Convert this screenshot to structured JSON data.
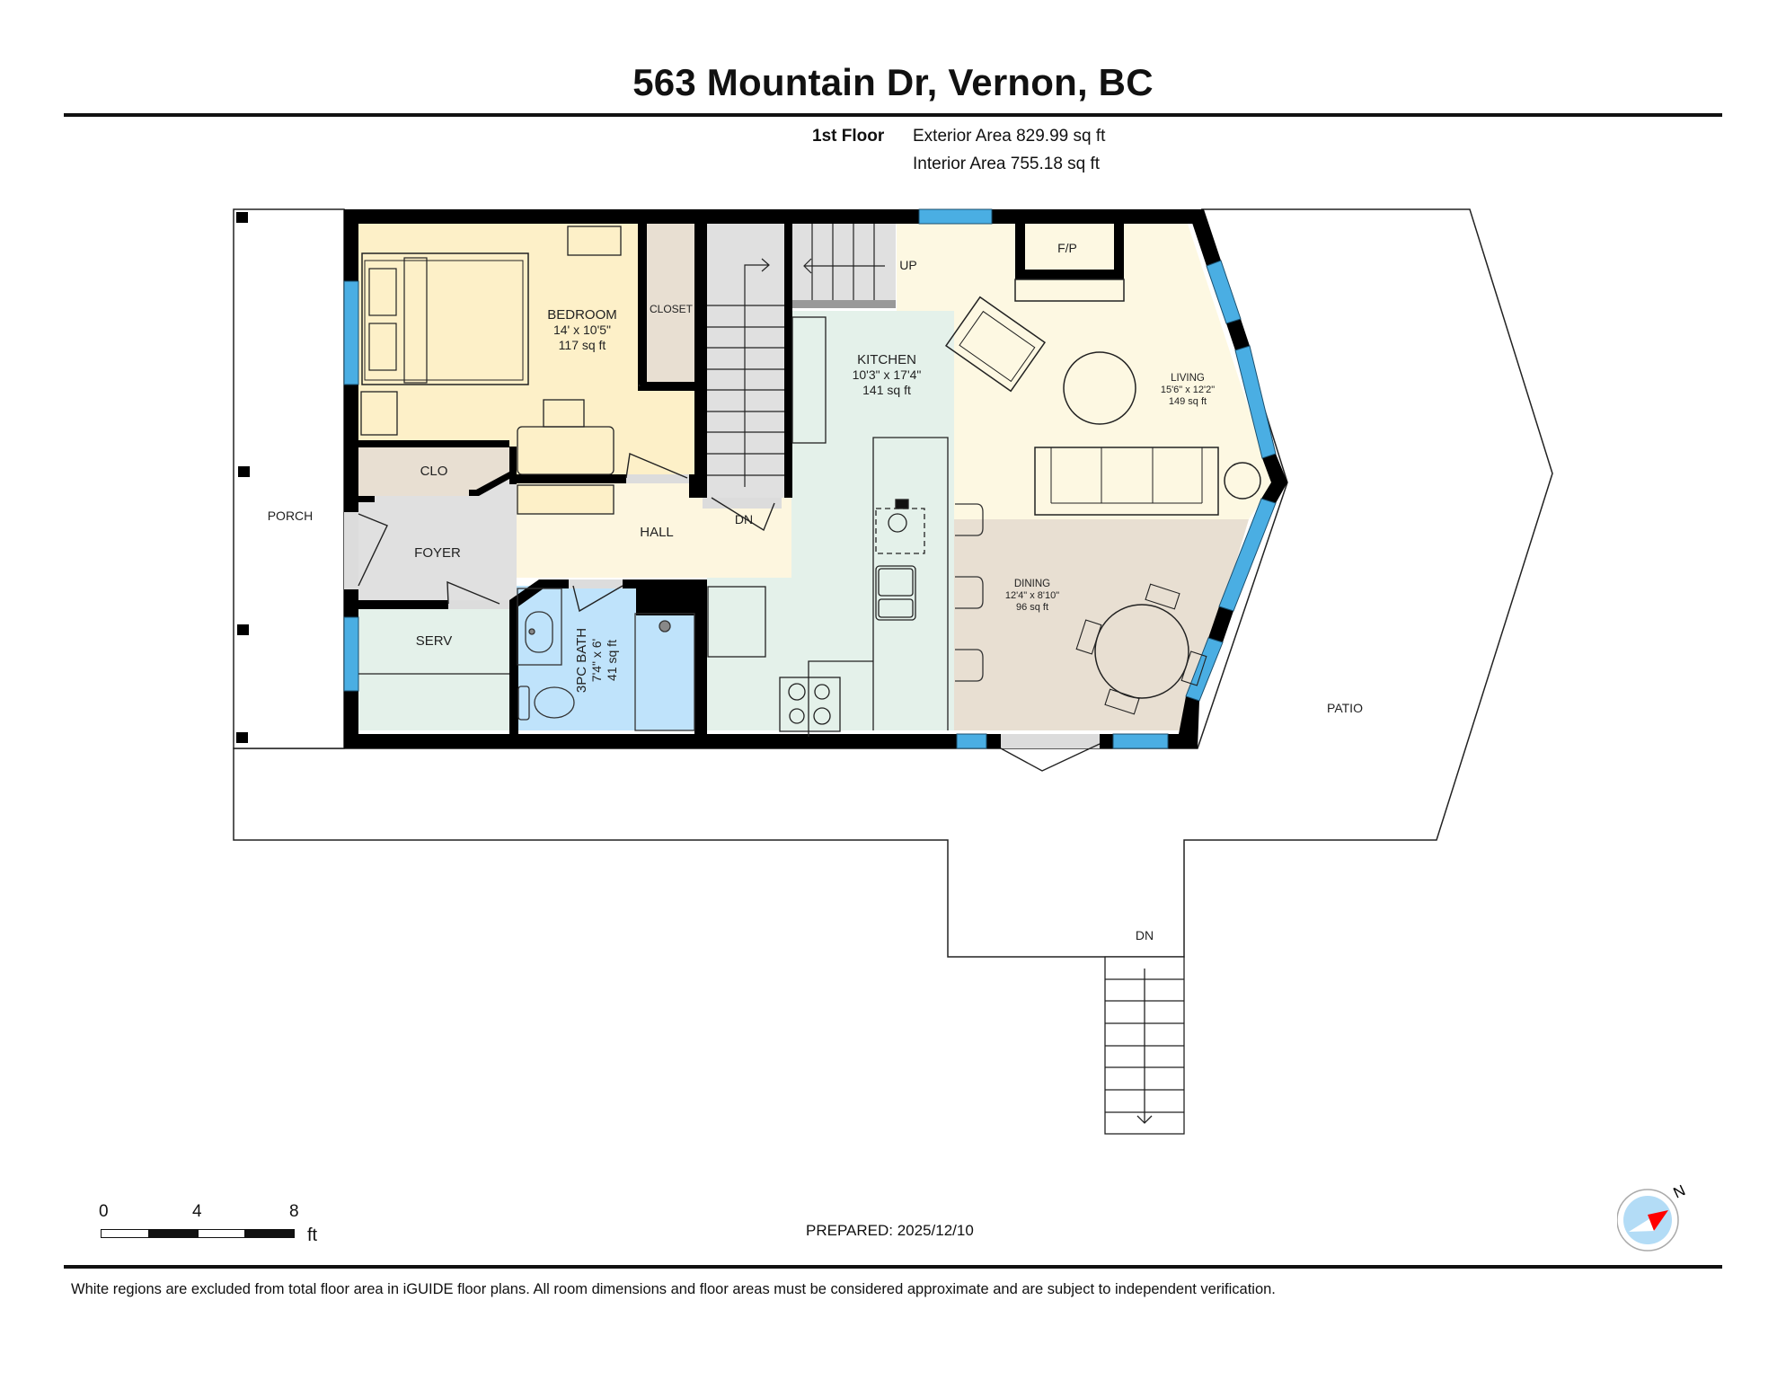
{
  "header": {
    "title": "563 Mountain Dr, Vernon, BC",
    "floor_label": "1st Floor",
    "exterior_area": "Exterior Area 829.99 sq ft",
    "interior_area": "Interior Area 755.18 sq ft"
  },
  "rooms": {
    "bedroom": {
      "name": "BEDROOM",
      "dims": "14' x 10'5\"",
      "area": "117 sq ft",
      "color": "#fdf0c8"
    },
    "closet": {
      "name": "CLOSET",
      "color": "#e8dfd2"
    },
    "clo": {
      "name": "CLO",
      "color": "#e8dfd2"
    },
    "foyer": {
      "name": "FOYER",
      "color": "#e0e0e0"
    },
    "hall": {
      "name": "HALL",
      "color": "#fdf6df"
    },
    "serv": {
      "name": "SERV",
      "color": "#e4f1ea"
    },
    "bath": {
      "name": "3PC BATH",
      "dims": "7'4\" x 6'",
      "area": "41 sq ft",
      "color": "#bfe3fb"
    },
    "kitchen": {
      "name": "KITCHEN",
      "dims": "10'3\" x 17'4\"",
      "area": "141 sq ft",
      "color": "#e4f1ea"
    },
    "living": {
      "name": "LIVING",
      "dims": "15'6\" x 12'2\"",
      "area": "149 sq ft",
      "color": "#fdf8e2"
    },
    "dining": {
      "name": "DINING",
      "dims": "12'4\" x 8'10\"",
      "area": "96 sq ft",
      "color": "#e8dfd2"
    },
    "fireplace": {
      "name": "F/P"
    },
    "porch": {
      "name": "PORCH"
    },
    "patio": {
      "name": "PATIO"
    }
  },
  "stairs": {
    "up_label": "UP",
    "down_label_interior": "DN",
    "down_label_exterior": "DN",
    "stair_color": "#e0e0e0"
  },
  "colors": {
    "wall": "#000000",
    "window": "#4aaee3"
  },
  "scale": {
    "ticks": [
      "0",
      "4",
      "8"
    ],
    "unit": "ft"
  },
  "footer": {
    "prepared": "PREPARED: 2025/12/10",
    "compass_label": "N",
    "disclaimer": "White regions are excluded from total floor area in iGUIDE floor plans. All room dimensions and floor areas must be considered approximate and are subject to independent verification."
  }
}
